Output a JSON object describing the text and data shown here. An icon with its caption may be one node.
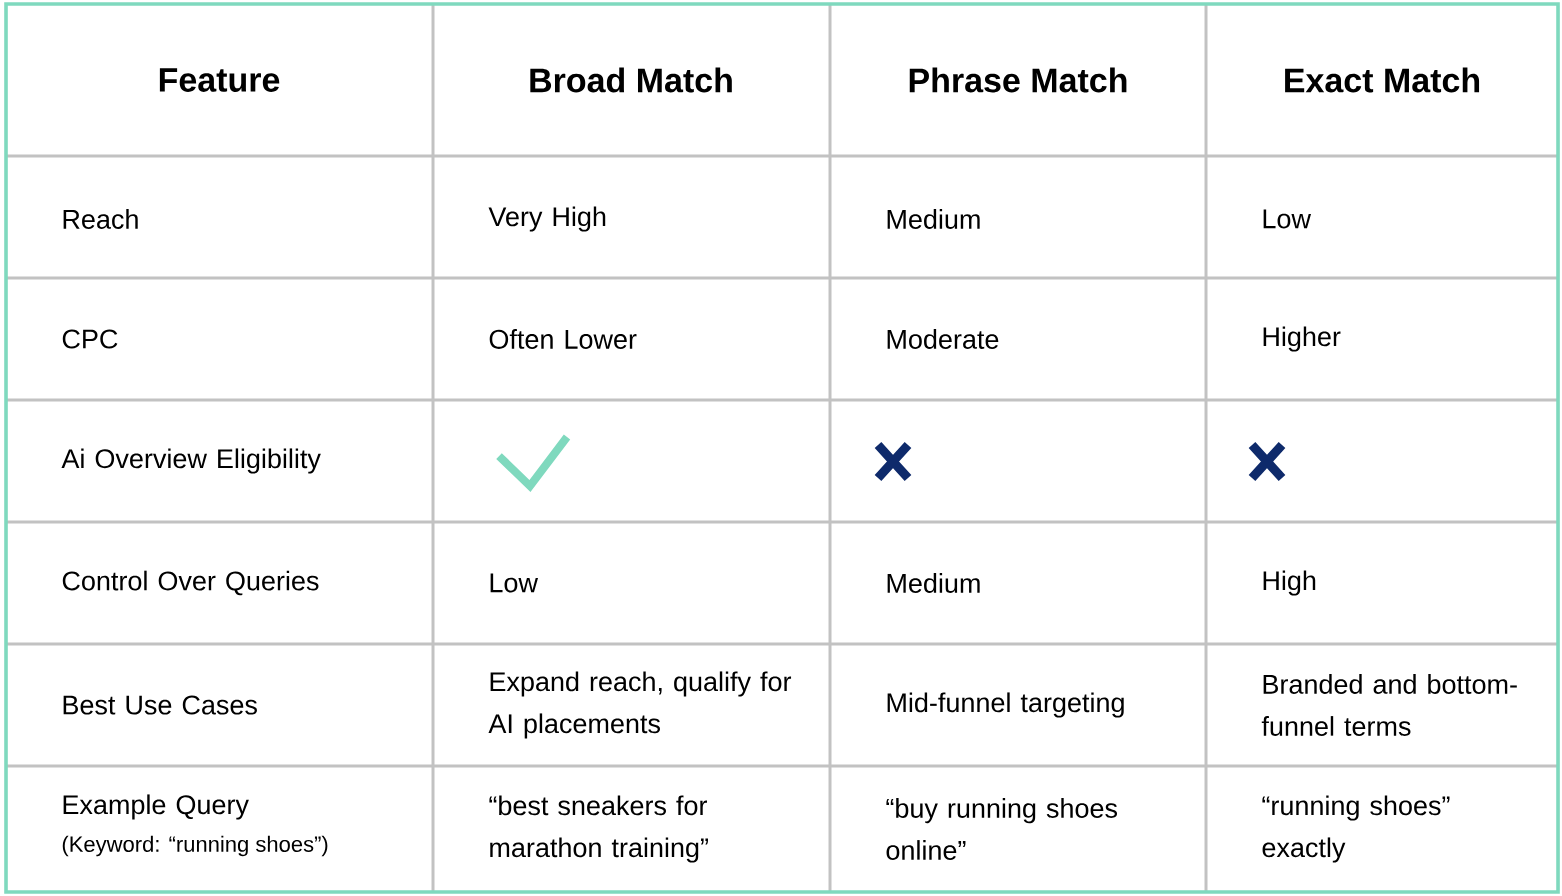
{
  "diagram": {
    "labels": [
      "Feature",
      "Broad Match",
      "Phrase Match",
      "Exact Match",
      "Reach",
      "Very High",
      "Medium",
      "Low",
      "CPC",
      "Often Lower",
      "Moderate",
      "Higher",
      "Ai Overview Eligibility",
      "Control Over Queries",
      "Low",
      "Medium",
      "High",
      "Best Use Cases",
      "Expand reach, qualify for AI placements",
      "Mid-funnel targeting",
      "Branded and bottom-funnel terms",
      "Example Query",
      "(Keyword: “running shoes”)",
      "“best sneakers for marathon training”",
      "“buy running shoes online”",
      "“running shoes” exactly"
    ]
  }
}
